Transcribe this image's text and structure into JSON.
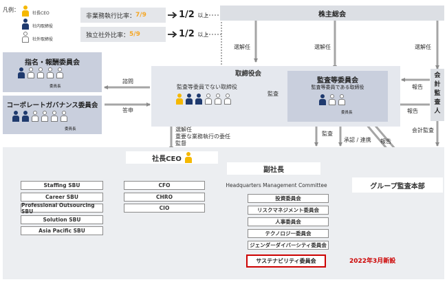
{
  "legend": {
    "title": "凡例：",
    "items": [
      {
        "label": "社長CEO",
        "type": "ceo"
      },
      {
        "label": "社内取締役",
        "type": "in"
      },
      {
        "label": "社外取締役",
        "type": "out"
      }
    ]
  },
  "ratios": [
    {
      "label": "非業務執行比率：",
      "value": "7/9",
      "target": "1/2",
      "suffix": "以上"
    },
    {
      "label": "独立社外比率：",
      "value": "5/9",
      "target": "1/2",
      "suffix": "以上"
    }
  ],
  "shareholders": "株主総会",
  "elect_labels": [
    "選解任",
    "選解任",
    "選解任"
  ],
  "board": {
    "title": "取締役会",
    "non_audit_label": "監査等委員でない取締役",
    "non_audit_members": [
      "ceo",
      "in",
      "in",
      "out",
      "out",
      "out"
    ],
    "audit_committee_title": "監査等委員会",
    "audit_committee_sub": "監査等委員である取締役",
    "audit_members": [
      "in",
      "out",
      "out"
    ],
    "audit_chair": "委員長"
  },
  "nomination": {
    "title": "指名・報酬委員会",
    "members": [
      "in",
      "out",
      "out",
      "out",
      "out"
    ],
    "chair": "委員長"
  },
  "governance": {
    "title": "コーポレートガバナンス委員会",
    "members": [
      "in",
      "in",
      "out",
      "out",
      "out",
      "out"
    ],
    "chair": "委員長"
  },
  "edge_labels": {
    "consult": "諮問",
    "report_back": "答申",
    "audit_board": "監査",
    "report_auditor_1": "報告",
    "report_auditor_2": "報告",
    "delegate": "選解任\n重要な業務執行の委任\n監督",
    "audit_down": "監査",
    "approve": "承認 / 連携",
    "report_up": "報告",
    "accounting_audit": "会計監査"
  },
  "auditor": "会計監査人",
  "ceo": "社長CEO",
  "vice_president": "副社長",
  "sbu": [
    "Staffing SBU",
    "Career SBU",
    "Professional Outsourcing SBU",
    "Solution SBU",
    "Asia Pacific SBU"
  ],
  "officers": [
    "CFO",
    "CHRO",
    "CIO"
  ],
  "hq": {
    "title": "Headquarters Management Committee",
    "items": [
      "投資委員会",
      "リスクマネジメント委員会",
      "人事委員会",
      "テクノロジー委員会",
      "ジェンダーダイバーシティ委員会"
    ],
    "new_item": "サステナビリティ委員会",
    "new_note": "2022年3月新設"
  },
  "internal_audit": "グループ監査本部"
}
